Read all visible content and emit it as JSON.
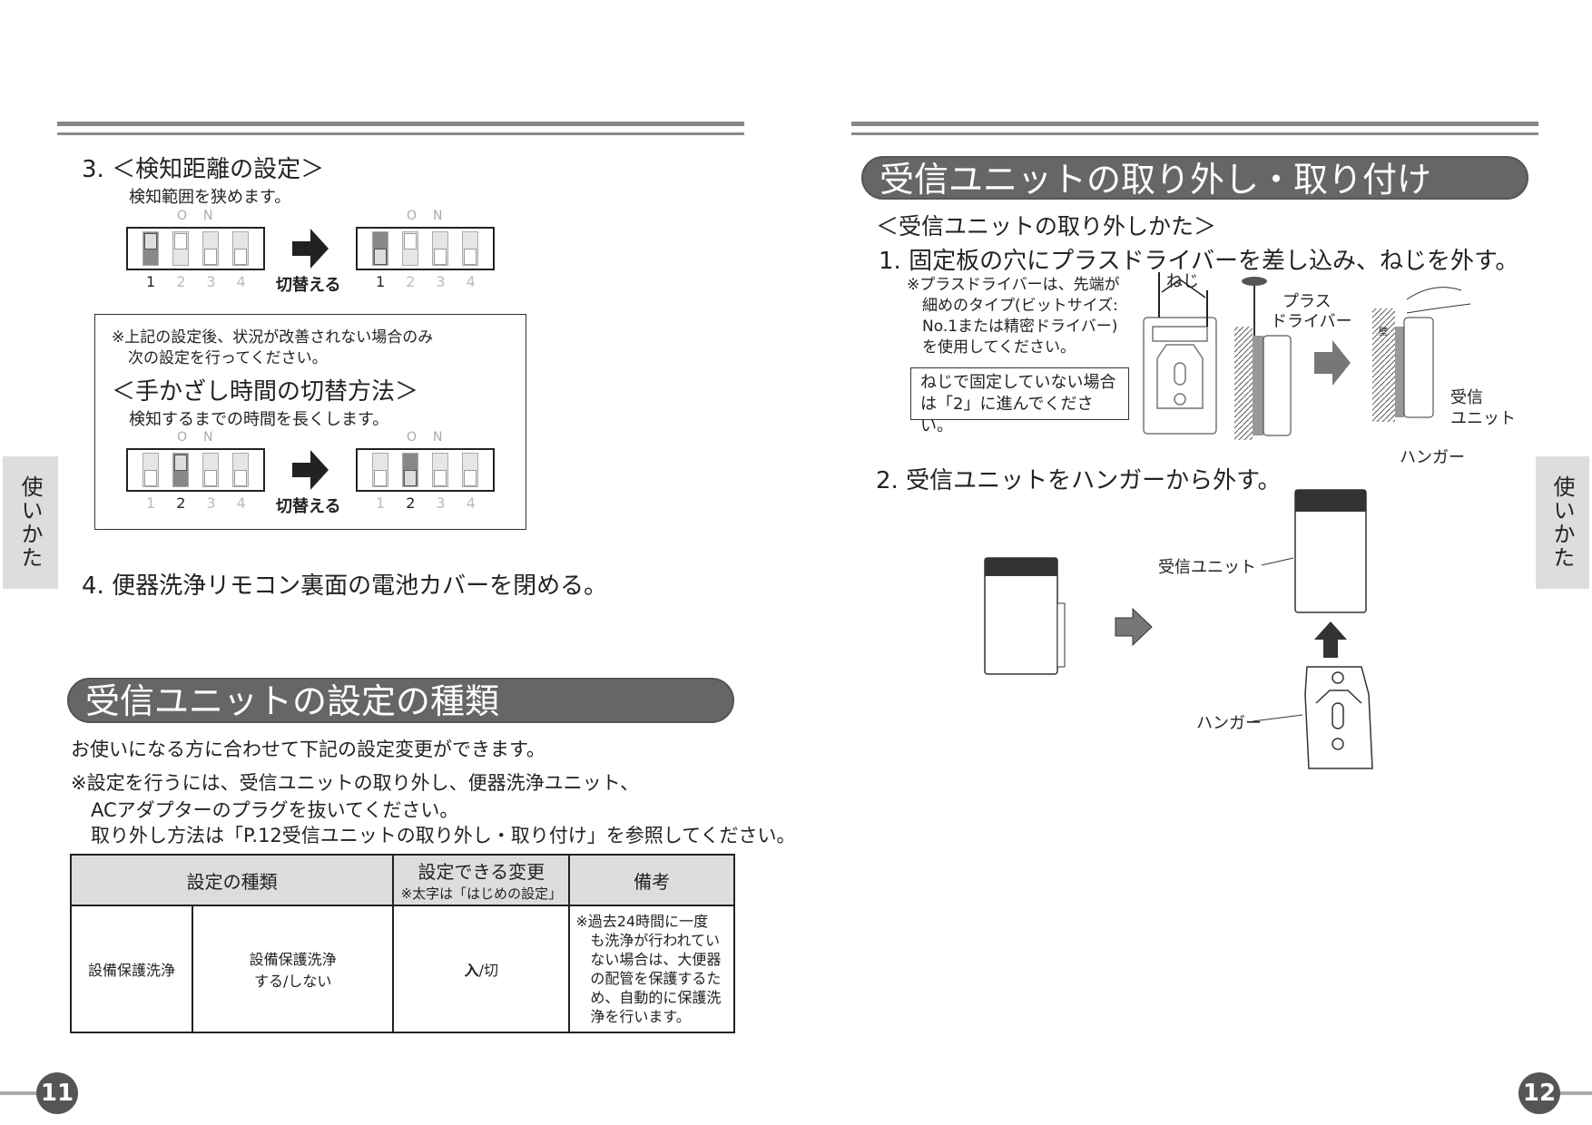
{
  "left_page": {
    "step3": {
      "title": "3. ＜検知距離の設定＞",
      "desc": "検知範囲を狭めます。",
      "dip_on_label": "ON",
      "switch_label": "切替える",
      "numbers": [
        "1",
        "2",
        "3",
        "4"
      ],
      "before_on": [
        1
      ],
      "after_on": [
        1
      ]
    },
    "note": {
      "line1": "※上記の設定後、状況が改善されない場合のみ",
      "line2": "次の設定を行ってください。",
      "title": "＜手かざし時間の切替方法＞",
      "desc": "検知するまでの時間を長くします。",
      "dip_on_label": "ON",
      "switch_label": "切替える",
      "numbers": [
        "1",
        "2",
        "3",
        "4"
      ],
      "before_on": [
        2
      ],
      "after_on": [
        2
      ]
    },
    "step4": "4. 便器洗浄リモコン裏面の電池カバーを閉める。",
    "section_title": "受信ユニットの設定の種類",
    "intro": "お使いになる方に合わせて下記の設定変更ができます。",
    "caution": {
      "line1": "※設定を行うには、受信ユニットの取り外し、便器洗浄ユニット、",
      "line2": "ACアダプターのプラグを抜いてください。",
      "line3": "取り外し方法は「P.12受信ユニットの取り外し・取り付け」を参照してください。"
    },
    "table": {
      "headers": {
        "type": "設定の種類",
        "change": "設定できる変更",
        "change_note": "※太字は「はじめの設定」",
        "remarks": "備考"
      },
      "rows": [
        {
          "category": "設備保護洗浄",
          "item_line1": "設備保護洗浄",
          "item_line2": "する/しない",
          "value_default": "入",
          "value_rest": "/切",
          "remarks": [
            "※過去24時間に一度",
            "も洗浄が行われてい",
            "ない場合は、大便器",
            "の配管を保護するた",
            "め、自動的に保護洗",
            "浄を行います。"
          ]
        }
      ]
    },
    "side_tab": "使いかた",
    "page_number": "11"
  },
  "right_page": {
    "section_title": "受信ユニットの取り外し・取り付け",
    "subtitle": "＜受信ユニットの取り外しかた＞",
    "step1": "1. 固定板の穴にプラスドライバーを差し込み、ねじを外す。",
    "step1_note": [
      "※プラスドライバーは、先端が",
      "細めのタイプ(ビットサイズ:",
      "No.1または精密ドライバー)",
      "を使用してください。"
    ],
    "step1_box": [
      "ねじで固定していない場合",
      "は「2」に進んでください。"
    ],
    "labels": {
      "screw": "ねじ",
      "driver1": "プラス",
      "driver2": "ドライバー",
      "wall": "壁",
      "unit1": "受信",
      "unit2": "ユニット",
      "hanger": "ハンガー"
    },
    "step2": "2. 受信ユニットをハンガーから外す。",
    "step2_labels": {
      "unit": "受信ユニット",
      "hanger": "ハンガー"
    },
    "side_tab": "使いかた",
    "page_number": "12"
  },
  "colors": {
    "header_bg": "#666666",
    "rule": "#888888",
    "tab_bg": "#dddddd"
  }
}
